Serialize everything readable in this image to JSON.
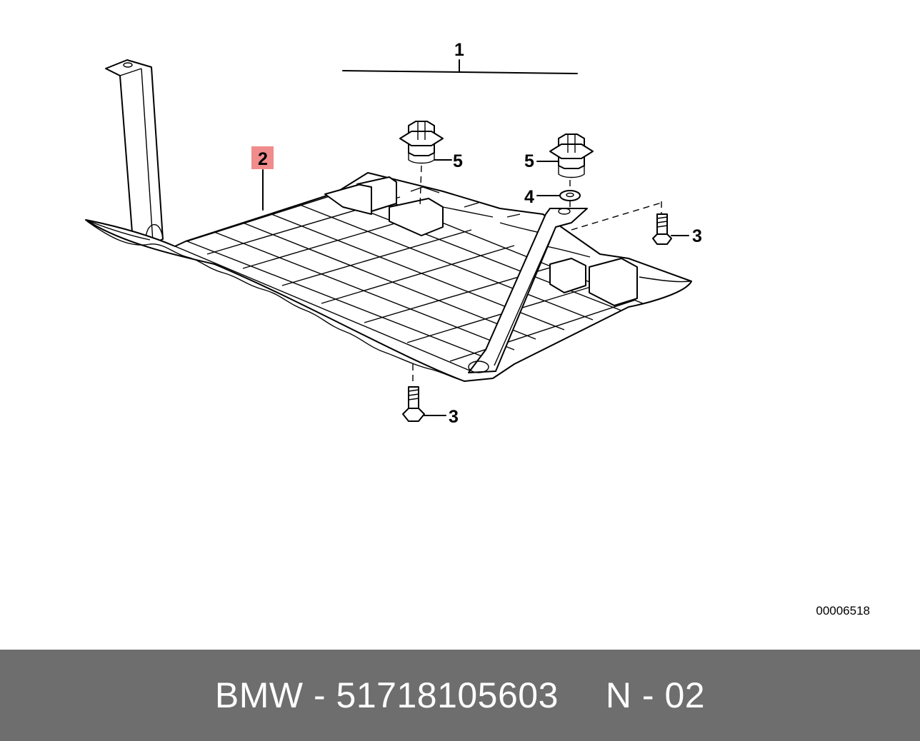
{
  "diagram": {
    "callouts": [
      {
        "id": "1",
        "label": "1",
        "highlighted": false
      },
      {
        "id": "2",
        "label": "2",
        "highlighted": true
      },
      {
        "id": "3a",
        "label": "3",
        "highlighted": false
      },
      {
        "id": "3b",
        "label": "3",
        "highlighted": false
      },
      {
        "id": "4",
        "label": "4",
        "highlighted": false
      },
      {
        "id": "5a",
        "label": "5",
        "highlighted": false
      },
      {
        "id": "5b",
        "label": "5",
        "highlighted": false
      }
    ],
    "highlight_color": "#f08c8c",
    "diagram_code": "00006518"
  },
  "footer": {
    "part_text": "BMW - 51718105603",
    "position_text": "N - 02",
    "background": "#6e6e6e"
  }
}
